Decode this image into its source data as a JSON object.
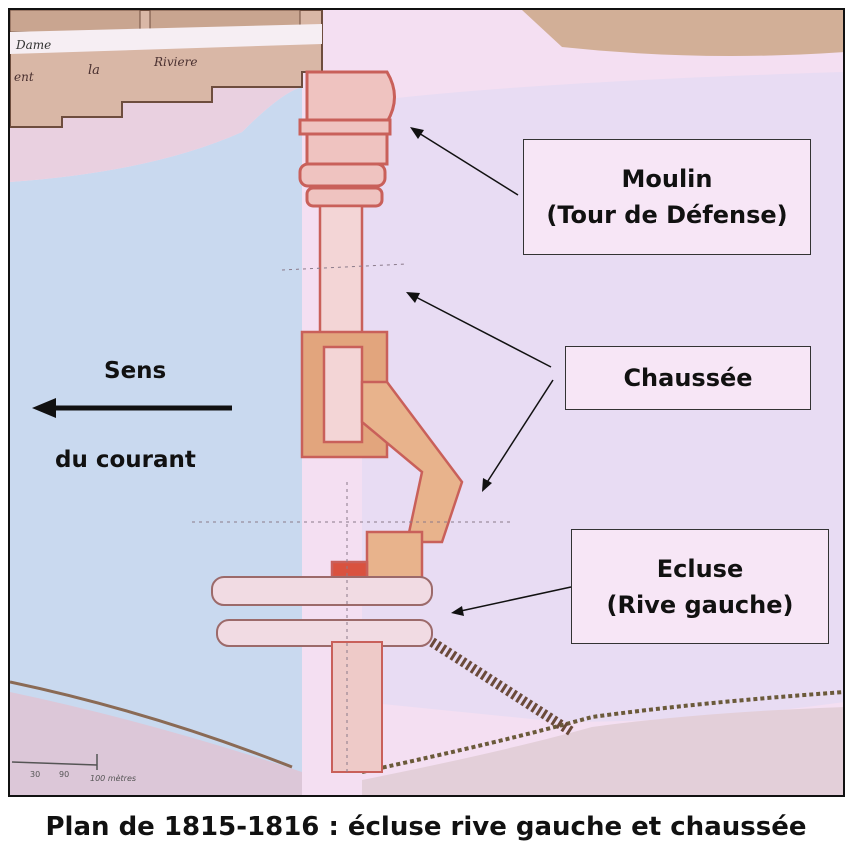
{
  "annotations": {
    "moulin": {
      "line1": "Moulin",
      "line2": "(Tour de Défense)"
    },
    "chaussee": {
      "line1": "Chaussée"
    },
    "ecluse": {
      "line1": "Ecluse",
      "line2": "(Rive gauche)"
    },
    "current": {
      "line1": "Sens",
      "line2": "du courant"
    }
  },
  "map_text": {
    "street1": "Dame",
    "street2": "ent",
    "street3": "la",
    "street4": "Riviere",
    "scale_label": "100 mètres",
    "scale_ticks": [
      "30",
      "90"
    ]
  },
  "caption": "Plan de 1815-1816 : écluse rive gauche et chaussée"
}
